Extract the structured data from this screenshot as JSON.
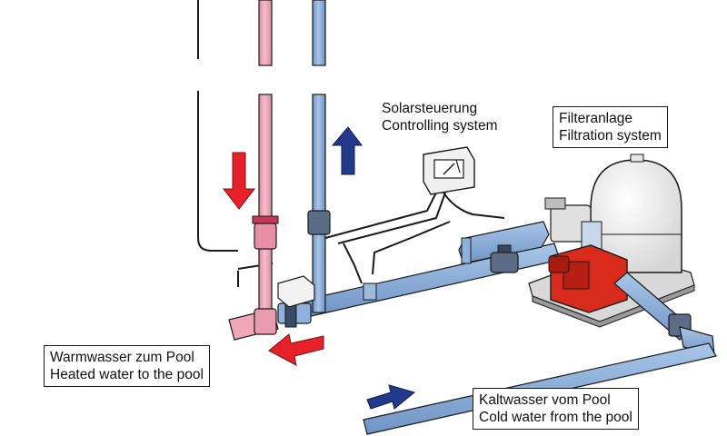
{
  "labels": {
    "solar_control": {
      "de": "Solarsteuerung",
      "en": "Controlling system"
    },
    "filtration": {
      "de": "Filteranlage",
      "en": "Filtration system"
    },
    "warm_water": {
      "de": "Warmwasser zum Pool",
      "en": "Heated water to the pool"
    },
    "cold_water": {
      "de": "Kaltwasser vom Pool",
      "en": "Cold water from the pool"
    }
  },
  "colors": {
    "hot_pipe": "#f0a8b8",
    "cold_pipe": "#8fb2dc",
    "hot_arrow": "#e8202a",
    "cold_arrow": "#233a8c",
    "pump": "#d92b1c",
    "filter_tank": "#ffffff",
    "base_plate": "#d8d8d8",
    "outline": "#1a1a1a"
  }
}
